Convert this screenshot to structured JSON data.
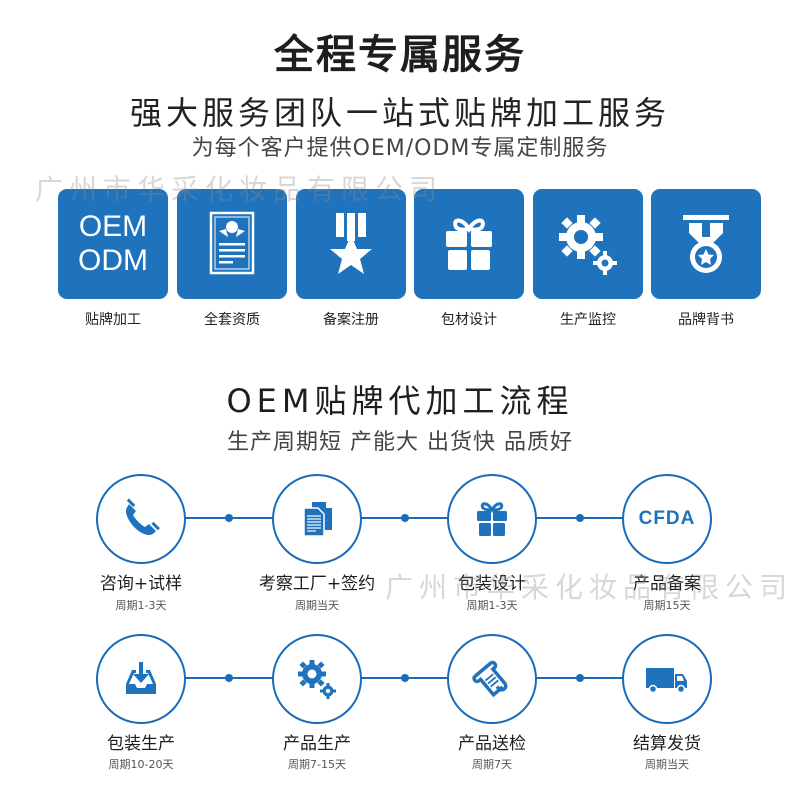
{
  "header": {
    "title": "全程专属服务",
    "subtitle": "强大服务团队一站式贴牌加工服务",
    "tagline": "为每个客户提供OEM/ODM专属定制服务"
  },
  "watermark": "广州市华采化妆品有限公司",
  "services": [
    {
      "label": "贴牌加工",
      "icon": "oem-odm-text-icon",
      "icon_text_line1": "OEM",
      "icon_text_line2": "ODM"
    },
    {
      "label": "全套资质",
      "icon": "certificate-icon"
    },
    {
      "label": "备案注册",
      "icon": "star-medal-icon"
    },
    {
      "label": "包材设计",
      "icon": "gift-icon"
    },
    {
      "label": "生产监控",
      "icon": "gears-icon"
    },
    {
      "label": "品牌背书",
      "icon": "medal-icon"
    }
  ],
  "flow": {
    "title": "OEM贴牌代加工流程",
    "subtitle": "生产周期短 产能大 出货快 品质好",
    "steps": [
      {
        "label": "咨询+试样",
        "period": "周期1-3天",
        "icon": "phone-icon"
      },
      {
        "label": "考察工厂+签约",
        "period": "周期当天",
        "icon": "documents-icon"
      },
      {
        "label": "包装设计",
        "period": "周期1-3天",
        "icon": "gift-icon"
      },
      {
        "label": "产品备案",
        "period": "周期15天",
        "icon": "cfda-logo-icon",
        "icon_text": "CFDA"
      },
      {
        "label": "包装生产",
        "period": "周期10-20天",
        "icon": "inbox-download-icon"
      },
      {
        "label": "产品生产",
        "period": "周期7-15天",
        "icon": "gears-icon"
      },
      {
        "label": "产品送检",
        "period": "周期7天",
        "icon": "scroll-icon"
      },
      {
        "label": "结算发货",
        "period": "周期当天",
        "icon": "truck-icon"
      }
    ]
  },
  "colors": {
    "tile_blue": "#1f72bc",
    "line_blue": "#1a6cb8",
    "text_dark": "#1e1e1e",
    "watermark_gray": "#8c8c8c"
  }
}
